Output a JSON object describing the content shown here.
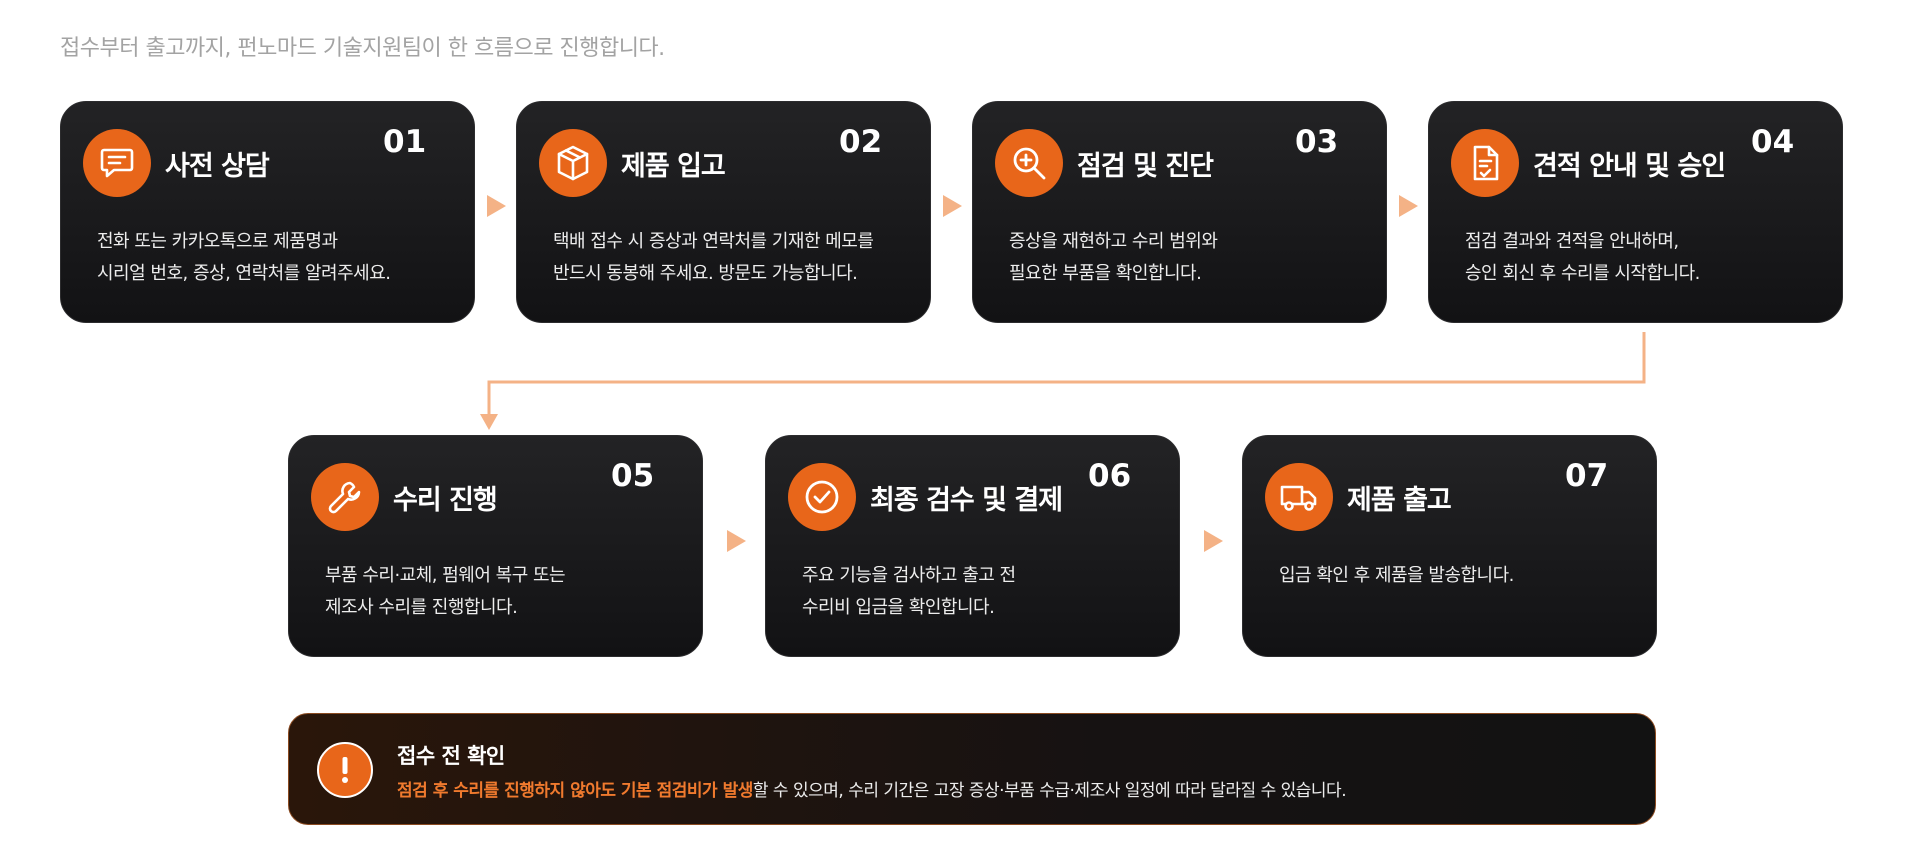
{
  "intro": "접수부터 출고까지, 펀노마드 기술지원팀이 한 흐름으로 진행합니다.",
  "colors": {
    "accent": "#e8661a",
    "connector": "#f4b286",
    "card": "#1a1a1c"
  },
  "steps": [
    {
      "num": "01",
      "title": "사전 상담",
      "icon": "chat-icon",
      "lines": [
        "전화 또는 카카오톡으로 제품명과",
        "시리얼 번호, 증상, 연락처를 알려주세요."
      ]
    },
    {
      "num": "02",
      "title": "제품 입고",
      "icon": "box-icon",
      "lines": [
        "택배 접수 시 증상과 연락처를 기재한 메모를",
        "반드시 동봉해 주세요. 방문도 가능합니다."
      ]
    },
    {
      "num": "03",
      "title": "점검 및 진단",
      "icon": "zoom-in-icon",
      "lines": [
        "증상을 재현하고 수리 범위와",
        "필요한 부품을 확인합니다."
      ]
    },
    {
      "num": "04",
      "title": "견적 안내 및 승인",
      "icon": "document-check-icon",
      "lines": [
        "점검 결과와 견적을 안내하며,",
        "승인 회신 후 수리를 시작합니다."
      ]
    },
    {
      "num": "05",
      "title": "수리 진행",
      "icon": "wrench-icon",
      "lines": [
        "부품 수리·교체, 펌웨어 복구 또는",
        "제조사 수리를 진행합니다."
      ]
    },
    {
      "num": "06",
      "title": "최종 검수 및 결제",
      "icon": "check-circle-icon",
      "lines": [
        "주요 기능을 검사하고 출고 전",
        "수리비 입금을 확인합니다."
      ]
    },
    {
      "num": "07",
      "title": "제품 출고",
      "icon": "truck-icon",
      "lines": [
        "입금 확인 후 제품을 발송합니다."
      ]
    }
  ],
  "notice": {
    "icon": "exclamation-icon",
    "title": "접수 전 확인",
    "highlight": "점검 후 수리를 진행하지 않아도 기본 점검비가 발생",
    "rest": "할 수 있으며, 수리 기간은 고장 증상·부품 수급·제조사 일정에 따라 달라질 수 있습니다."
  }
}
